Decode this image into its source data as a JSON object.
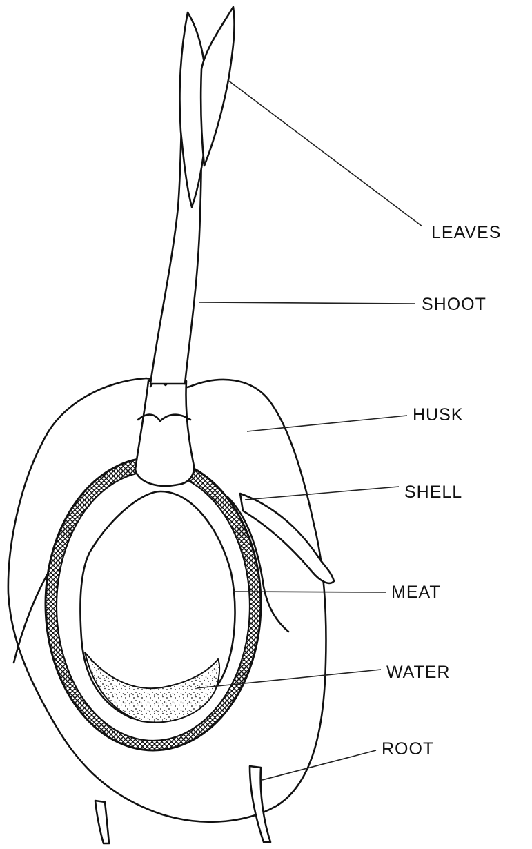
{
  "diagram": {
    "labels": {
      "leaves": "LEAVES",
      "shoot": "SHOOT",
      "husk": "HUSK",
      "shell": "SHELL",
      "meat": "MEAT",
      "water": "WATER",
      "root": "ROOT"
    },
    "colors": {
      "ink": "#111111",
      "background": "#ffffff"
    }
  }
}
